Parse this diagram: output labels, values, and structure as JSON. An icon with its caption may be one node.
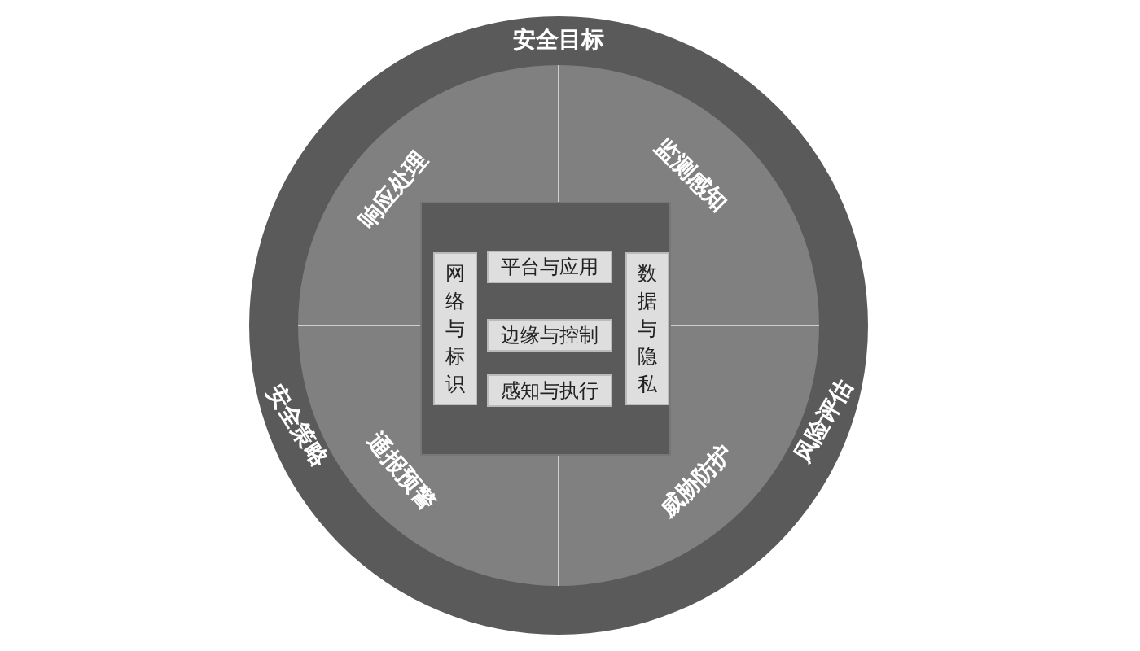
{
  "diagram": {
    "nodes": [
      {
        "text": [
          "安全目标",
          "安全策略",
          "风险评估"
        ]
      },
      {
        "text": [
          "响应处理",
          "监测感知",
          "通报预警",
          "威胁防护"
        ],
        "in": 0
      },
      {
        "text": [],
        "shape": "box",
        "in": 1
      },
      {
        "text": [
          "网络与标识"
        ],
        "in": 2
      },
      {
        "text": [
          "平台与应用"
        ],
        "in": 2
      },
      {
        "text": [
          "边缘与控制"
        ],
        "in": 2
      },
      {
        "text": [
          "感知与执行"
        ],
        "in": 2
      },
      {
        "text": [
          "数据与隐私"
        ],
        "in": 2
      }
    ]
  }
}
